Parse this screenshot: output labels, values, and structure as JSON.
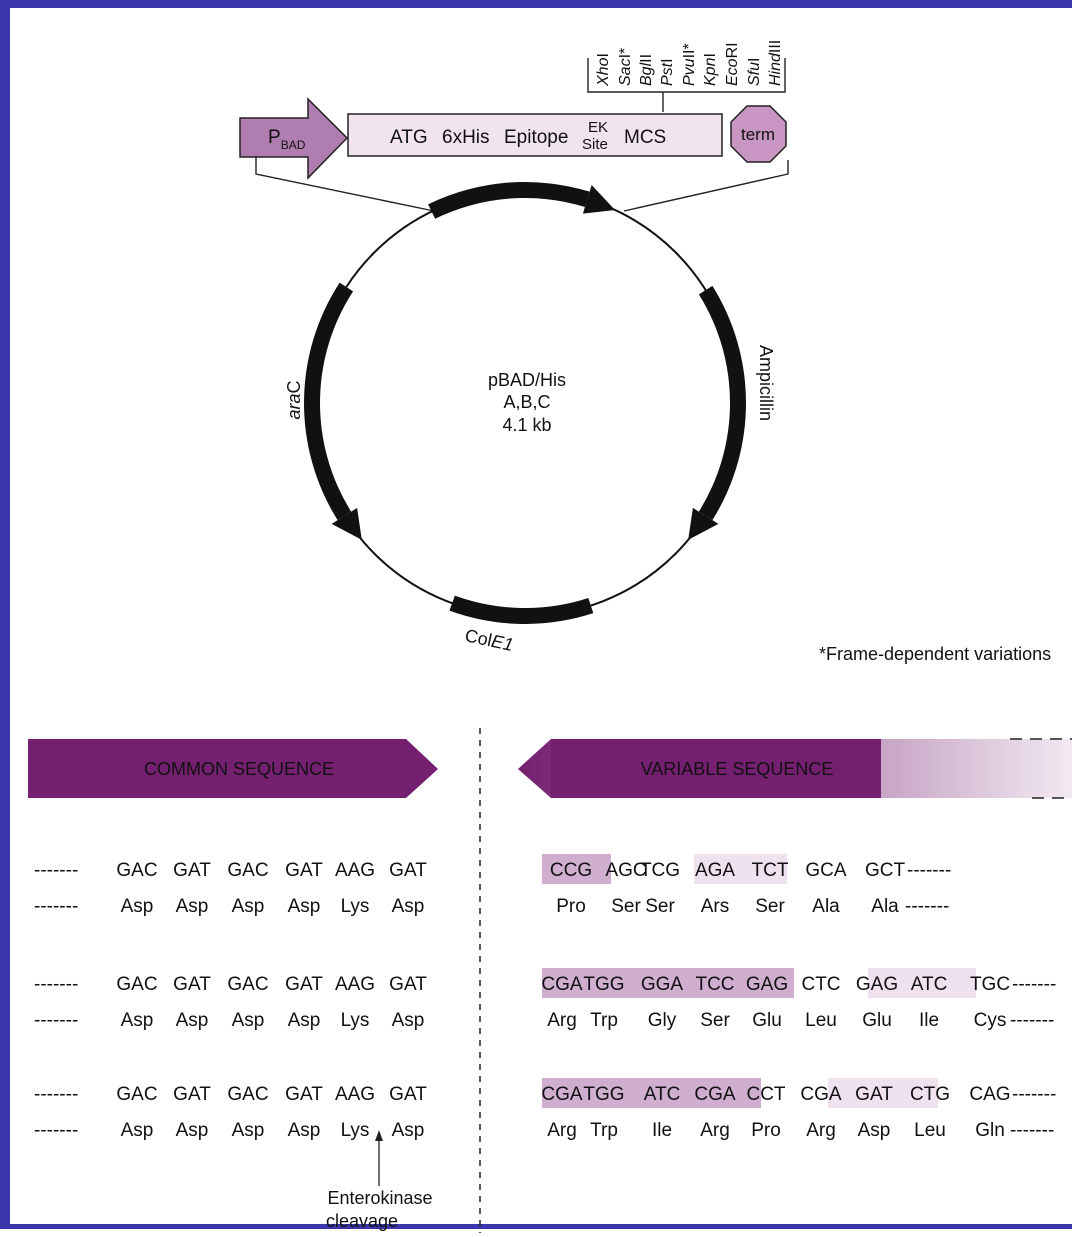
{
  "colors": {
    "border": "#3a35a8",
    "promoter_fill": "#b07db0",
    "cassette_fill": "#f1e4ef",
    "term_fill": "#c996c4",
    "banner": "#741f6f",
    "hl_dark": "#cfaed0",
    "hl_light": "#efe1ee"
  },
  "promoter": {
    "main": "P",
    "sub": "BAD"
  },
  "cassette": {
    "atg": "ATG",
    "his": "6xHis",
    "epitope": "Epitope",
    "ek_top": "EK",
    "ek_bottom": "Site",
    "mcs": "MCS"
  },
  "terminator": "term",
  "restriction_sites": [
    {
      "italic": "Xho",
      "roman": "I"
    },
    {
      "italic": "Sac",
      "roman": "I*"
    },
    {
      "italic": "Bgl",
      "roman": "II"
    },
    {
      "italic": "Pst",
      "roman": "I"
    },
    {
      "italic": "Pvu",
      "roman": "II*"
    },
    {
      "italic": "Kpn",
      "roman": "I"
    },
    {
      "italic": "Eco",
      "roman": "RI"
    },
    {
      "italic": "Sfu",
      "roman": "I"
    },
    {
      "italic": "Hind",
      "roman": "III"
    }
  ],
  "plasmid": {
    "name_line1": "pBAD/His",
    "name_line2": "A,B,C",
    "size": "4.1 kb",
    "arac_italic": "ara",
    "arac_roman": "C",
    "ampicillin": "Ampicillin",
    "cole1_roman": "Col",
    "cole1_italic": "E1"
  },
  "footnote": "*Frame-dependent variations",
  "banners": {
    "common": "COMMON SEQUENCE",
    "variable": "VARIABLE SEQUENCE"
  },
  "dashes": "-------",
  "common_rows": [
    {
      "codons": [
        "GAC",
        "GAT",
        "GAC",
        "GAT",
        "AAG",
        "GAT"
      ],
      "aas": [
        "Asp",
        "Asp",
        "Asp",
        "Asp",
        "Lys",
        "Asp"
      ]
    },
    {
      "codons": [
        "GAC",
        "GAT",
        "GAC",
        "GAT",
        "AAG",
        "GAT"
      ],
      "aas": [
        "Asp",
        "Asp",
        "Asp",
        "Asp",
        "Lys",
        "Asp"
      ]
    },
    {
      "codons": [
        "GAC",
        "GAT",
        "GAC",
        "GAT",
        "AAG",
        "GAT"
      ],
      "aas": [
        "Asp",
        "Asp",
        "Asp",
        "Asp",
        "Lys",
        "Asp"
      ]
    }
  ],
  "variable_rows": [
    {
      "codons": [
        "CCG",
        "AGC",
        "TCG",
        "AGA",
        "TCT",
        "GCA",
        "GCT"
      ],
      "aas": [
        "Pro",
        "Ser",
        "Ser",
        "Ars",
        "Ser",
        "Ala",
        "Ala"
      ]
    },
    {
      "codons": [
        "CGA",
        "TGG",
        "GGA",
        "TCC",
        "GAG",
        "CTC",
        "GAG",
        "ATC",
        "TGC"
      ],
      "aas": [
        "Arg",
        "Trp",
        "Gly",
        "Ser",
        "Glu",
        "Leu",
        "Glu",
        "Ile",
        "Cys"
      ]
    },
    {
      "codons": [
        "CGA",
        "TGG",
        "ATC",
        "CGA",
        "CCT",
        "CGA",
        "GAT",
        "CTG",
        "CAG"
      ],
      "aas": [
        "Arg",
        "Trp",
        "Ile",
        "Arg",
        "Pro",
        "Arg",
        "Asp",
        "Leu",
        "Gln"
      ]
    }
  ],
  "cleavage": {
    "line1": "Enterokinase",
    "line2": "cleavage"
  }
}
